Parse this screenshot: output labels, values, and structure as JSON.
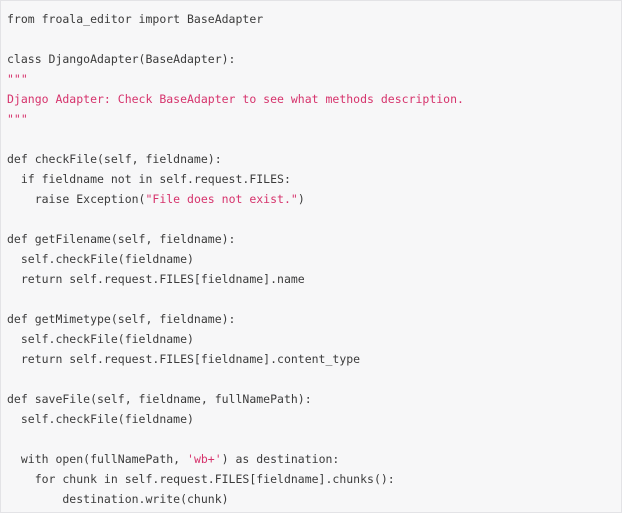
{
  "colors": {
    "background": "#f7f7f8",
    "text": "#3b3b3b",
    "string": "#d6336c"
  },
  "code": {
    "lines": [
      {
        "segments": [
          {
            "text": "from froala_editor import BaseAdapter"
          }
        ]
      },
      {
        "segments": [
          {
            "text": ""
          }
        ]
      },
      {
        "segments": [
          {
            "text": "class DjangoAdapter(BaseAdapter):"
          }
        ]
      },
      {
        "segments": [
          {
            "text": "\"\"\"",
            "kind": "string"
          }
        ]
      },
      {
        "segments": [
          {
            "text": "Django Adapter: Check BaseAdapter to see what methods description.",
            "kind": "string"
          }
        ]
      },
      {
        "segments": [
          {
            "text": "\"\"\"",
            "kind": "string"
          }
        ]
      },
      {
        "segments": [
          {
            "text": ""
          }
        ]
      },
      {
        "segments": [
          {
            "text": "def checkFile(self, fieldname):"
          }
        ]
      },
      {
        "segments": [
          {
            "text": "  if fieldname not in self.request.FILES:"
          }
        ]
      },
      {
        "segments": [
          {
            "text": "    raise Exception("
          },
          {
            "text": "\"File does not exist.\"",
            "kind": "string"
          },
          {
            "text": ")"
          }
        ]
      },
      {
        "segments": [
          {
            "text": ""
          }
        ]
      },
      {
        "segments": [
          {
            "text": "def getFilename(self, fieldname):"
          }
        ]
      },
      {
        "segments": [
          {
            "text": "  self.checkFile(fieldname)"
          }
        ]
      },
      {
        "segments": [
          {
            "text": "  return self.request.FILES[fieldname].name"
          }
        ]
      },
      {
        "segments": [
          {
            "text": ""
          }
        ]
      },
      {
        "segments": [
          {
            "text": "def getMimetype(self, fieldname):"
          }
        ]
      },
      {
        "segments": [
          {
            "text": "  self.checkFile(fieldname)"
          }
        ]
      },
      {
        "segments": [
          {
            "text": "  return self.request.FILES[fieldname].content_type"
          }
        ]
      },
      {
        "segments": [
          {
            "text": ""
          }
        ]
      },
      {
        "segments": [
          {
            "text": "def saveFile(self, fieldname, fullNamePath):"
          }
        ]
      },
      {
        "segments": [
          {
            "text": "  self.checkFile(fieldname)"
          }
        ]
      },
      {
        "segments": [
          {
            "text": ""
          }
        ]
      },
      {
        "segments": [
          {
            "text": "  with open(fullNamePath, "
          },
          {
            "text": "'wb+'",
            "kind": "string"
          },
          {
            "text": ") as destination:"
          }
        ]
      },
      {
        "segments": [
          {
            "text": "    for chunk in self.request.FILES[fieldname].chunks():"
          }
        ]
      },
      {
        "segments": [
          {
            "text": "        destination.write(chunk)"
          }
        ]
      }
    ]
  }
}
